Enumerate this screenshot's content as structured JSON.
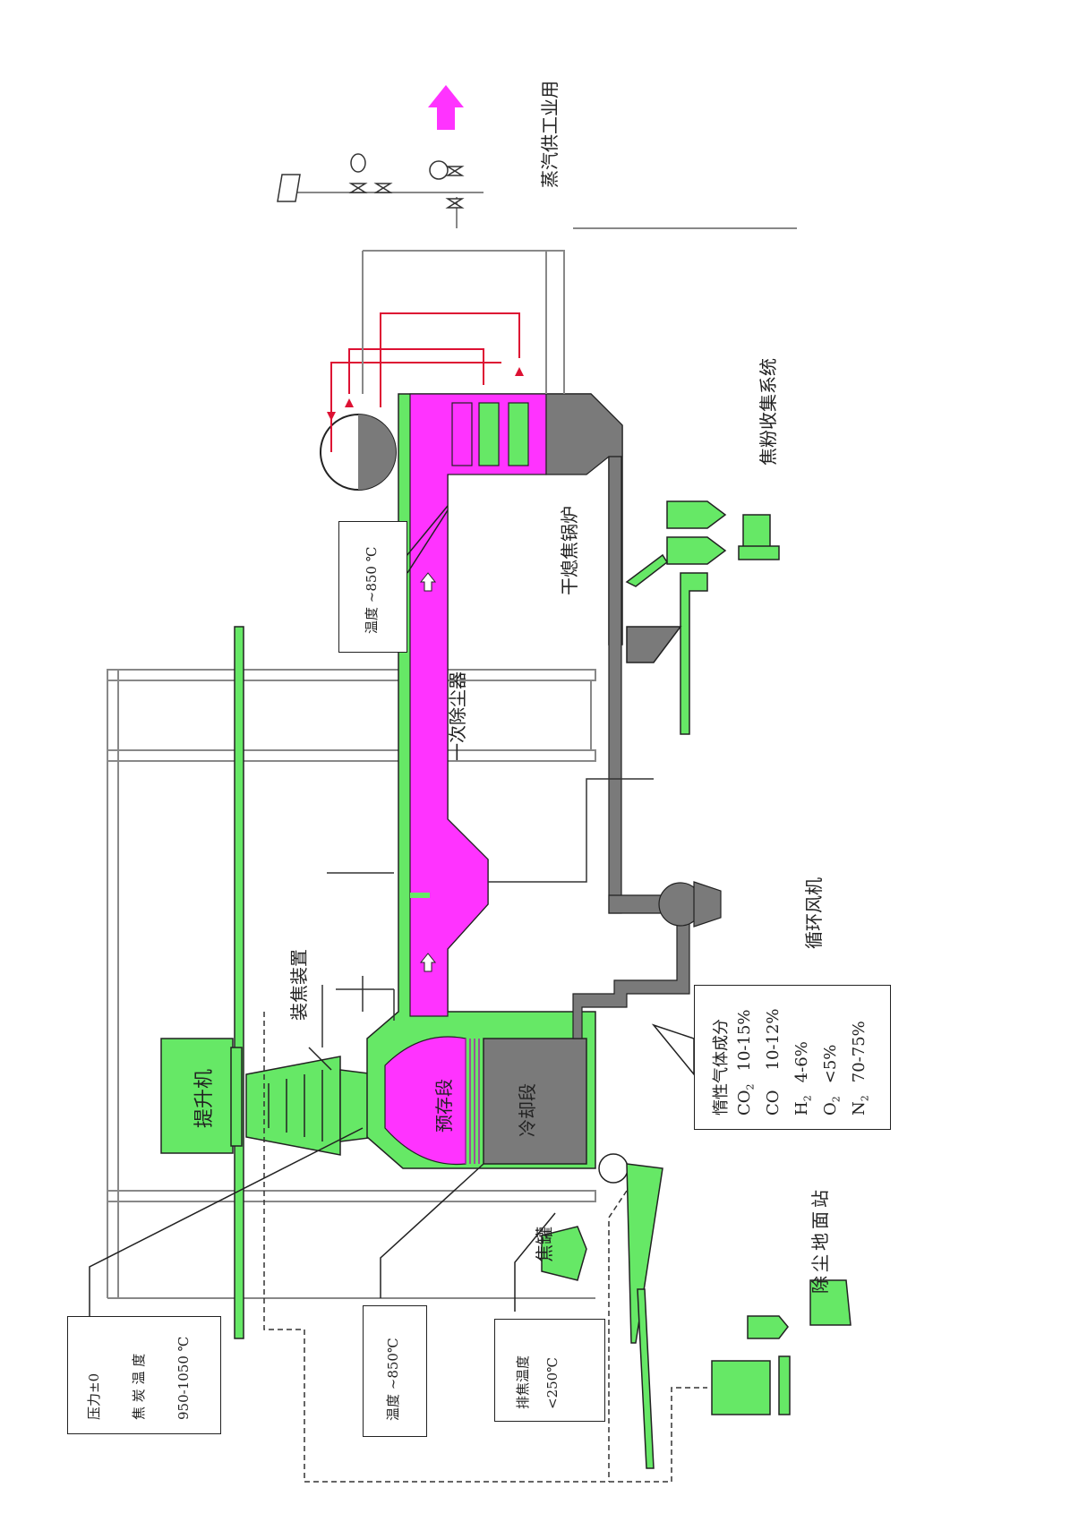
{
  "labels": {
    "steam_industrial": "蒸汽供工业用",
    "dust_collection": "焦粉收集系统",
    "dry_quench_boiler": "干熄焦锅炉",
    "primary_dust_remover": "一次除尘器",
    "circulating_fan": "循环风机",
    "coke_loading_device": "装焦装置",
    "hoist": "提升机",
    "pre_storage": "预存段",
    "cooling_section": "冷却段",
    "coke_tank": "焦罐",
    "ground_dust_station": "除尘地面站"
  },
  "temp_box_top": {
    "text": "温度 ~850 ℃"
  },
  "temp_box_mid": {
    "text": "温度 ~850℃"
  },
  "pressure_box": {
    "line1": "压力±0",
    "line2": "焦 炭 温 度",
    "line3": "950-1050 ℃"
  },
  "discharge_box": {
    "line1": "排焦温度",
    "line2": "<250℃"
  },
  "inert_gas_box": {
    "title": "惰性气体成分",
    "rows": [
      {
        "name": "CO",
        "sub": "2",
        "value": "10-15%"
      },
      {
        "name": "CO",
        "sub": "",
        "value": "10-12%"
      },
      {
        "name": "H",
        "sub": "2",
        "value": "4-6%"
      },
      {
        "name": "O",
        "sub": "2",
        "value": "<5%"
      },
      {
        "name": "N",
        "sub": "2",
        "value": "70-75%"
      }
    ]
  },
  "colors": {
    "green": "#66e866",
    "magenta": "#ff33ff",
    "gray": "#7a7a7a",
    "red": "#dd1133",
    "line": "#444444"
  }
}
